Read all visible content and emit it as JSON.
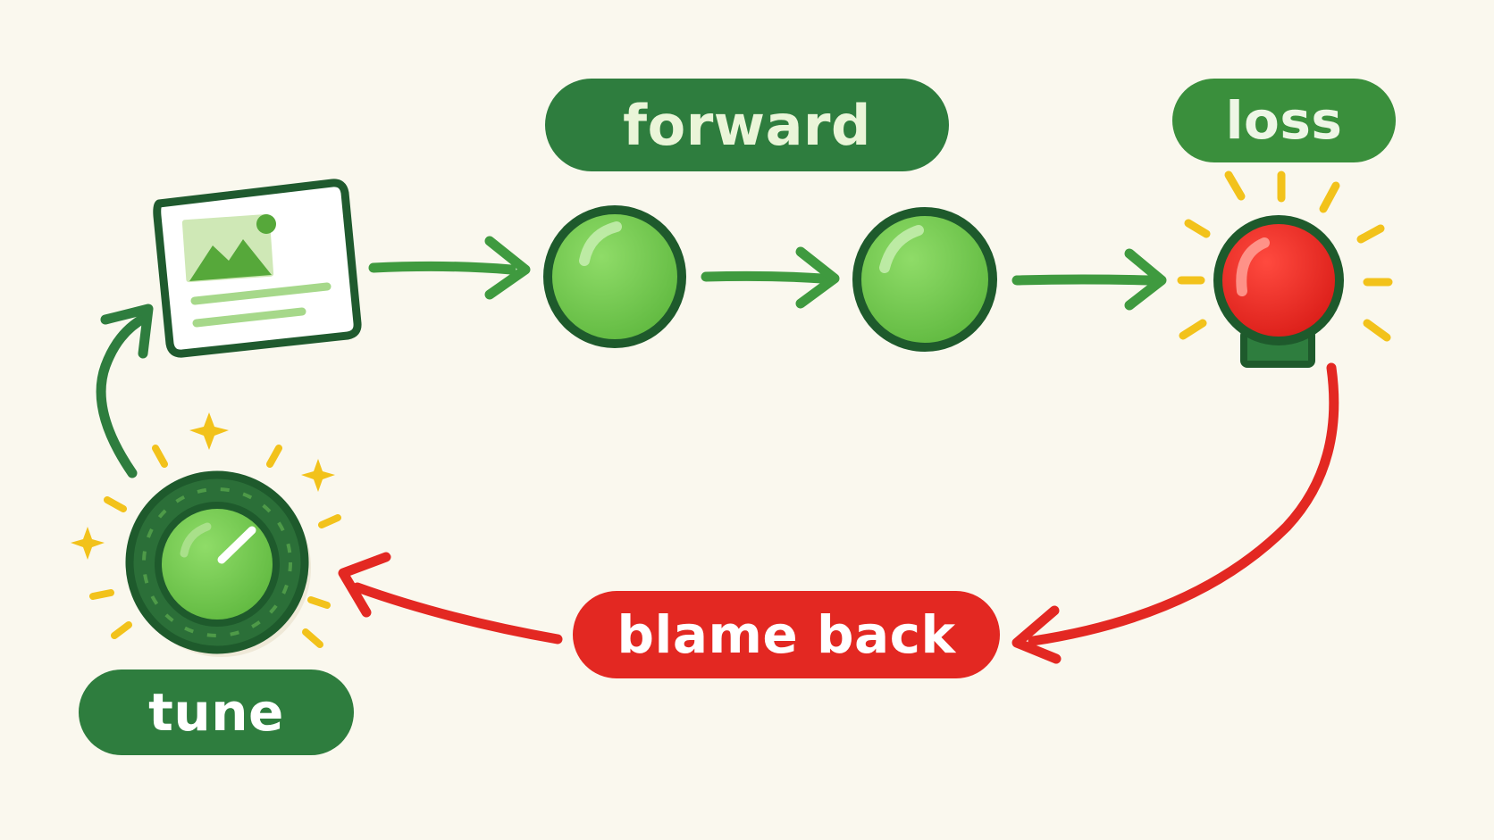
{
  "labels": {
    "forward": "forward",
    "loss": "loss",
    "blame_back": "blame back",
    "tune": "tune"
  },
  "colors": {
    "background": "#faf8ee",
    "dark_green": "#2e7d3e",
    "node_green": "#6cc24a",
    "arrow_green": "#3f9a3f",
    "alert_red": "#e32822",
    "spark_yellow": "#f2c21b"
  },
  "icons": {
    "input": "image-card-icon",
    "layer_nodes": "green-node-icon",
    "loss": "red-bulb-icon",
    "tune": "dial-knob-icon"
  }
}
